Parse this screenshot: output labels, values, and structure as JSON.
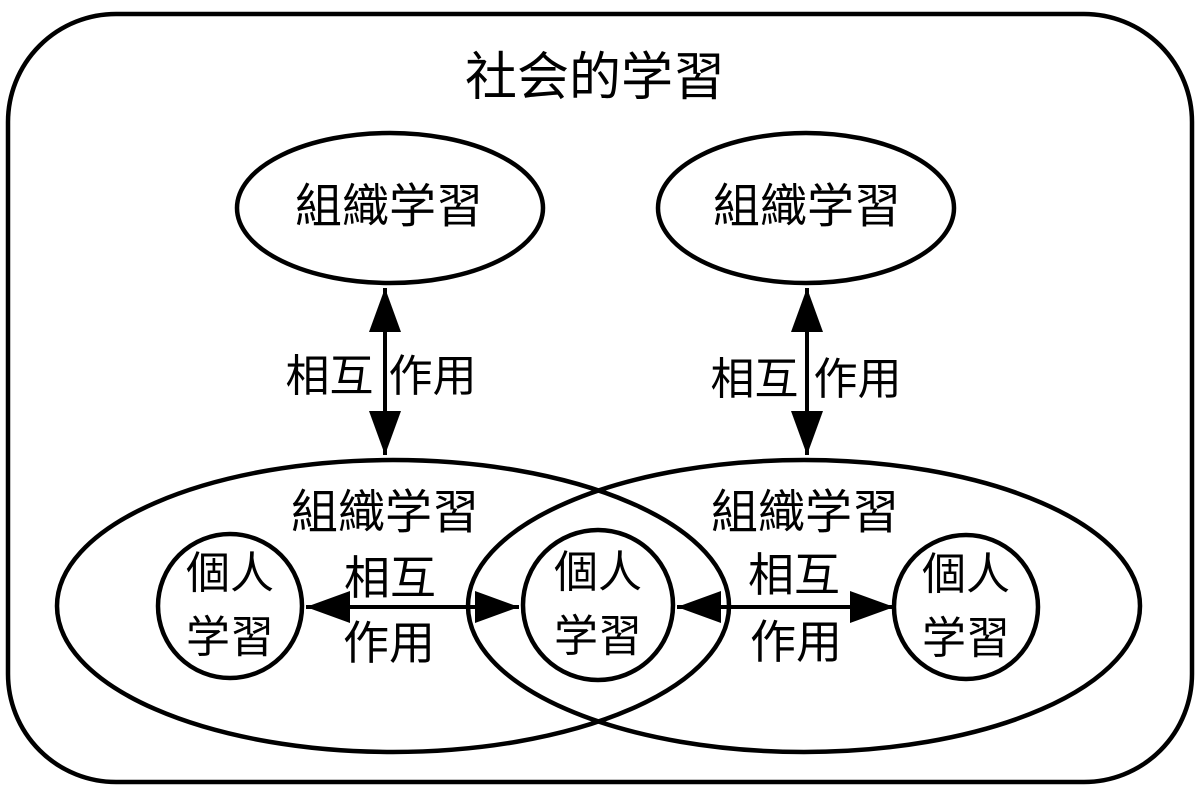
{
  "diagram": {
    "title": "社会的学習",
    "colors": {
      "stroke": "#000000",
      "background": "#ffffff"
    },
    "top_ellipses": [
      {
        "label": "組織学習"
      },
      {
        "label": "組織学習"
      }
    ],
    "vertical_arrows": [
      {
        "label_left": "相互",
        "label_right": "作用"
      },
      {
        "label_left": "相互",
        "label_right": "作用"
      }
    ],
    "bottom_ellipses": [
      {
        "label": "組織学習"
      },
      {
        "label": "組織学習"
      }
    ],
    "horizontal_arrows": [
      {
        "label_top": "相互",
        "label_bottom": "作用"
      },
      {
        "label_top": "相互",
        "label_bottom": "作用"
      }
    ],
    "individual_circles": [
      {
        "line1": "個人",
        "line2": "学習"
      },
      {
        "line1": "個人",
        "line2": "学習"
      },
      {
        "line1": "個人",
        "line2": "学習"
      }
    ]
  }
}
